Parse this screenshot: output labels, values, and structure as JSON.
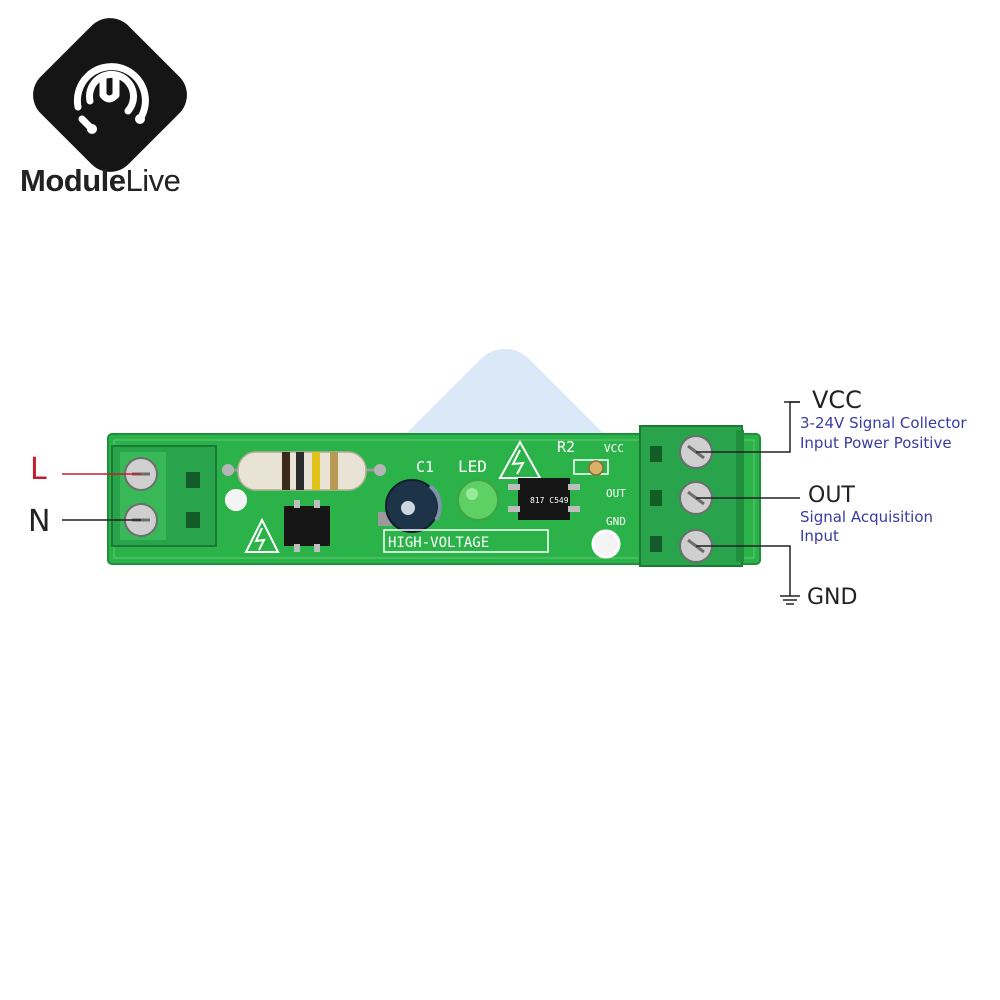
{
  "brand": {
    "name_bold": "Module",
    "name_light": "Live"
  },
  "pcb": {
    "label_c1": "C1",
    "label_led": "LED",
    "label_r2": "R2",
    "label_vcc": "VCC",
    "label_out": "OUT",
    "label_gnd": "GND",
    "label_hv": "HIGH-VOLTAGE",
    "chip_code": "817 C549"
  },
  "pins": {
    "left": [
      {
        "label": "L"
      },
      {
        "label": "N"
      }
    ],
    "vcc": {
      "label": "VCC",
      "desc_line1": "3-24V Signal Collector",
      "desc_line2": "Input Power Positive"
    },
    "out": {
      "label": "OUT",
      "desc_line1": "Signal Acquisition",
      "desc_line2": "Input"
    },
    "gnd": {
      "label": "GND"
    }
  },
  "colors": {
    "pcb_green": "#2bb34a",
    "terminal_green": "#2aa44c",
    "l_red": "#c21e2e",
    "desc_blue": "#3a3aa0",
    "watermark_blue": "#d6e6f7"
  },
  "icons": [
    "module-live-logo-icon",
    "high-voltage-warning-icon",
    "ground-symbol-icon"
  ]
}
